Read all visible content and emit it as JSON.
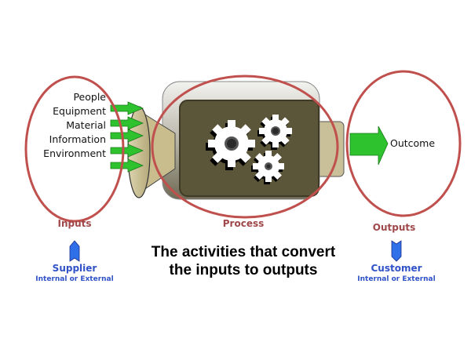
{
  "inputs": {
    "items": [
      "People",
      "Equipment",
      "Material",
      "Information",
      "Environment"
    ],
    "label": "Inputs"
  },
  "process": {
    "label": "Process"
  },
  "outputs": {
    "item": "Outcome",
    "label": "Outputs"
  },
  "supplier": {
    "title": "Supplier",
    "subtitle": "Internal or External"
  },
  "customer": {
    "title": "Customer",
    "subtitle": "Internal or External"
  },
  "caption": {
    "line1": "The activities that convert",
    "line2": "the inputs to outputs"
  },
  "colors": {
    "ellipse": "#c0504d",
    "arrow": "#2ec32e",
    "machine": "#5b5539",
    "funnel": "#c8bd92",
    "blue": "#2f52c8"
  }
}
